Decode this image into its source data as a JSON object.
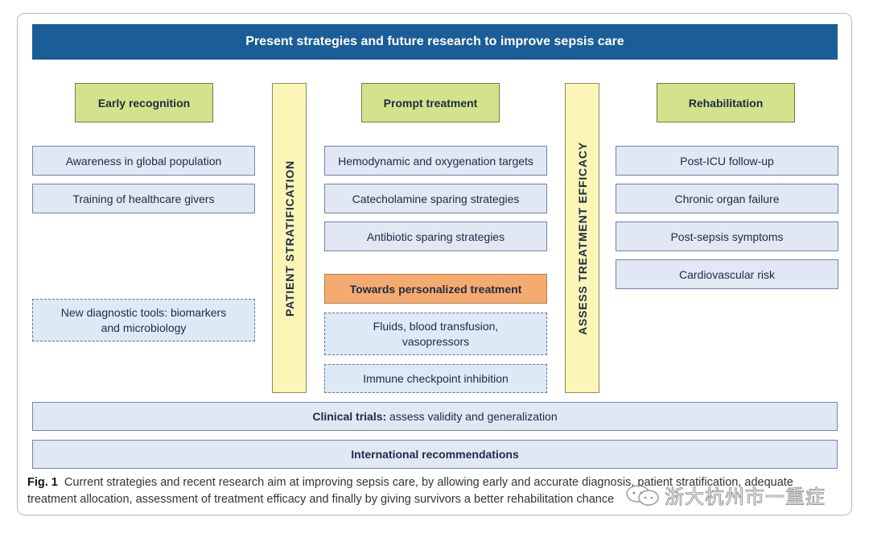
{
  "banner": "Present strategies and future research to improve sepsis care",
  "columns": {
    "early": {
      "header": "Early recognition",
      "items": [
        "Awareness in global population",
        "Training of healthcare givers"
      ],
      "future": "New diagnostic tools: biomarkers and microbiology"
    },
    "prompt": {
      "header": "Prompt treatment",
      "items": [
        "Hemodynamic and oxygenation targets",
        "Catecholamine sparing strategies",
        "Antibiotic sparing strategies"
      ],
      "personalized": "Towards personalized treatment",
      "future": [
        "Fluids, blood transfusion, vasopressors",
        "Immune checkpoint inhibition"
      ]
    },
    "rehab": {
      "header": "Rehabilitation",
      "items": [
        "Post-ICU follow-up",
        "Chronic organ failure",
        "Post-sepsis symptoms",
        "Cardiovascular risk"
      ]
    }
  },
  "vertical": {
    "left": "PATIENT STRATIFICATION",
    "right": "ASSESS TREATMENT EFFICACY"
  },
  "clinical": {
    "bold": "Clinical trials:",
    "rest": " assess validity and generalization"
  },
  "international": "International recommendations",
  "caption": {
    "label": "Fig. 1",
    "text": "  Current strategies and recent research aim at improving sepsis care, by allowing early and accurate diagnosis, patient stratification, adequate treatment allocation, assessment of treatment efficacy and finally by giving survivors a better rehabilitation chance"
  },
  "watermark": "浙大杭州市一重症"
}
